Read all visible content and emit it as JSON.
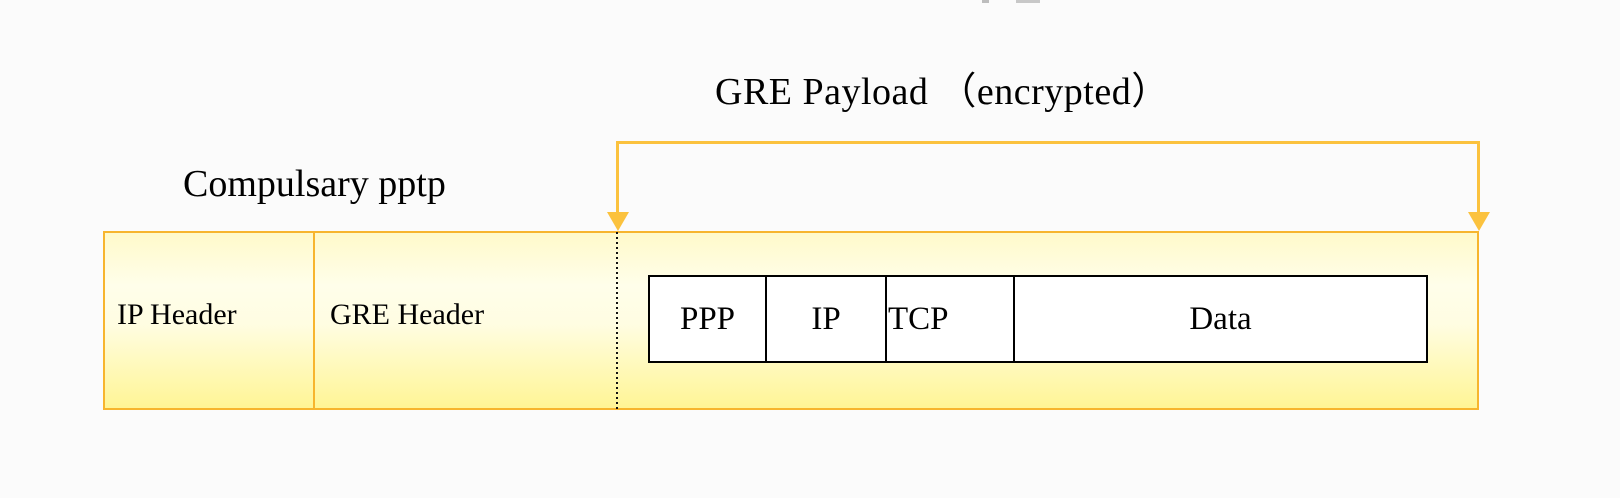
{
  "diagram": {
    "title": "GRE Payload （encrypted）",
    "label": "Compulsary pptp",
    "outer_segments": [
      {
        "label": "IP Header"
      },
      {
        "label": "GRE Header"
      }
    ],
    "inner_segments": [
      {
        "label": "PPP"
      },
      {
        "label": "IP"
      },
      {
        "label": "TCP"
      },
      {
        "label": "Data"
      }
    ],
    "colors": {
      "accent_orange": "#FBC23E",
      "box_border_orange": "#F7B52E",
      "box_fill_top": "#FFFACA",
      "box_fill_mid": "#FFFEEA",
      "box_fill_bottom": "#FFF595",
      "inner_box_fill": "#FFFFFF",
      "text": "#000000",
      "background": "#FBFBFB"
    }
  }
}
